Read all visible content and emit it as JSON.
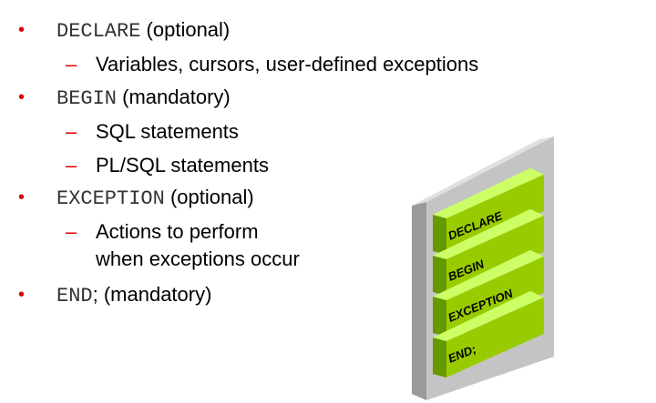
{
  "bullets": [
    {
      "keyword": "DECLARE",
      "note": " (optional)",
      "subs": [
        "Variables, cursors, user-defined exceptions"
      ]
    },
    {
      "keyword": "BEGIN",
      "note": " (mandatory)",
      "subs": [
        "SQL statements",
        "PL/SQL statements"
      ]
    },
    {
      "keyword": "EXCEPTION",
      "note": " (optional)",
      "subs": [
        "Actions to perform",
        "when exceptions occur"
      ]
    },
    {
      "keyword": "END",
      "note": "; (mandatory)",
      "subs": []
    }
  ],
  "bullet_symbol": "•",
  "dash_symbol": "–",
  "diagram": {
    "blocks": [
      {
        "label": "DECLARE",
        "dots": "..."
      },
      {
        "label": "BEGIN",
        "dots": "..."
      },
      {
        "label": "EXCEPTION",
        "dots": "..."
      },
      {
        "label": "END;",
        "dots": ""
      }
    ],
    "colors": {
      "accent": "#e00000",
      "block_front": "#99cc00",
      "block_side": "#669900",
      "block_top": "#ccff66",
      "panel": "#c0c0c0"
    }
  }
}
